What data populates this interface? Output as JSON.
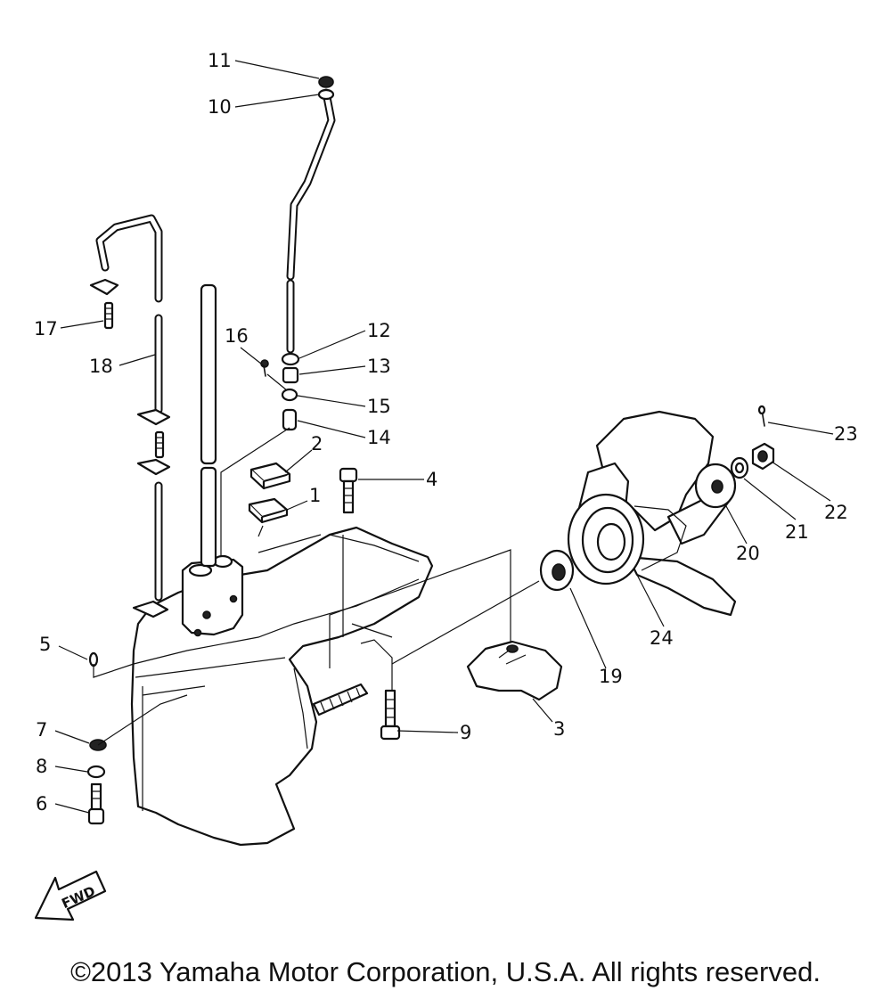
{
  "diagram": {
    "callouts": [
      {
        "id": "1",
        "label": "1"
      },
      {
        "id": "2",
        "label": "2"
      },
      {
        "id": "3",
        "label": "3"
      },
      {
        "id": "4",
        "label": "4"
      },
      {
        "id": "5",
        "label": "5"
      },
      {
        "id": "6",
        "label": "6"
      },
      {
        "id": "7",
        "label": "7"
      },
      {
        "id": "8",
        "label": "8"
      },
      {
        "id": "9",
        "label": "9"
      },
      {
        "id": "10",
        "label": "10"
      },
      {
        "id": "11",
        "label": "11"
      },
      {
        "id": "12",
        "label": "12"
      },
      {
        "id": "13",
        "label": "13"
      },
      {
        "id": "14",
        "label": "14"
      },
      {
        "id": "15",
        "label": "15"
      },
      {
        "id": "16",
        "label": "16"
      },
      {
        "id": "17",
        "label": "17"
      },
      {
        "id": "18",
        "label": "18"
      },
      {
        "id": "19",
        "label": "19"
      },
      {
        "id": "20",
        "label": "20"
      },
      {
        "id": "21",
        "label": "21"
      },
      {
        "id": "22",
        "label": "22"
      },
      {
        "id": "23",
        "label": "23"
      },
      {
        "id": "24",
        "label": "24"
      }
    ],
    "fwd_label": "FWD"
  },
  "footer": {
    "copyright": "©2013 Yamaha Motor Corporation, U.S.A. All rights reserved."
  }
}
